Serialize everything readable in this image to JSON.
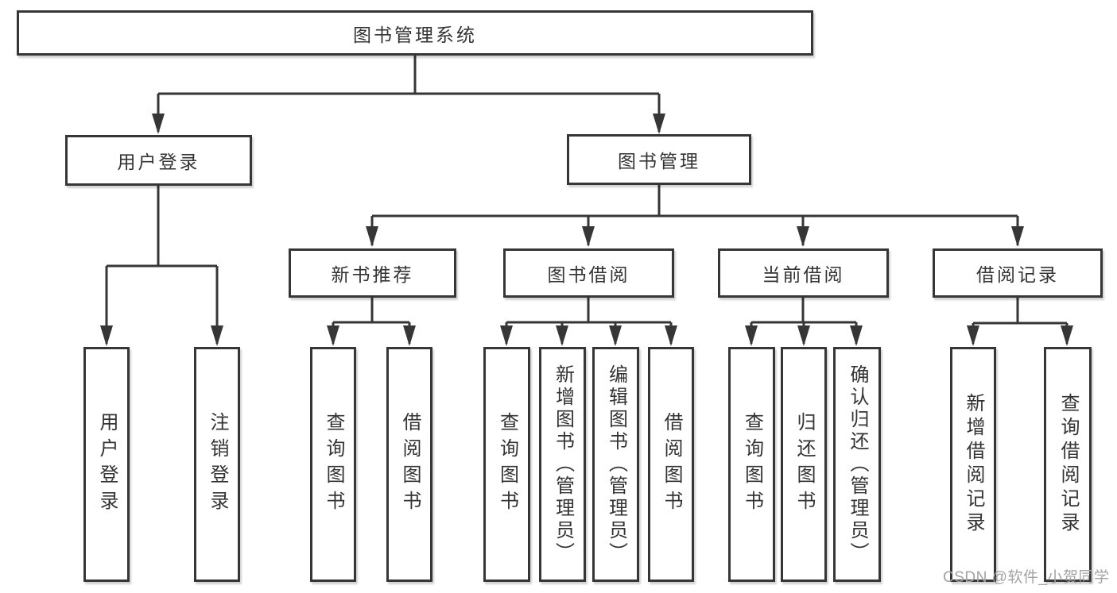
{
  "diagram_title": "图书管理系统",
  "watermark": "CSDN @软件_小贺同学",
  "colors": {
    "line": "#363636",
    "text": "#333333",
    "background": "#ffffff",
    "watermark": "#a3a3a3"
  },
  "nodes": {
    "root": "图书管理系统",
    "user_login": "用户登录",
    "book_mgmt": "图书管理",
    "new_book": "新书推荐",
    "book_borrow": "图书借阅",
    "current_borrow": "当前借阅",
    "borrow_record": "借阅记录",
    "leaf_login": "用户登录",
    "leaf_logout": "注销登录",
    "leaf_nb_query": "查询图书",
    "leaf_nb_borrow": "借阅图书",
    "leaf_bb_query": "查询图书",
    "leaf_bb_add": "新增图书（管理员）",
    "leaf_bb_edit": "编辑图书（管理员）",
    "leaf_bb_borrow": "借阅图书",
    "leaf_cb_query": "查询图书",
    "leaf_cb_return": "归还图书",
    "leaf_cb_confirm": "确认归还（管理员）",
    "leaf_br_add": "新增借阅记录",
    "leaf_br_query": "查询借阅记录"
  },
  "hierarchy": {
    "图书管理系统": {
      "用户登录": [
        "用户登录",
        "注销登录"
      ],
      "图书管理": {
        "新书推荐": [
          "查询图书",
          "借阅图书"
        ],
        "图书借阅": [
          "查询图书",
          "新增图书（管理员）",
          "编辑图书（管理员）",
          "借阅图书"
        ],
        "当前借阅": [
          "查询图书",
          "归还图书",
          "确认归还（管理员）"
        ],
        "借阅记录": [
          "新增借阅记录",
          "查询借阅记录"
        ]
      }
    }
  }
}
